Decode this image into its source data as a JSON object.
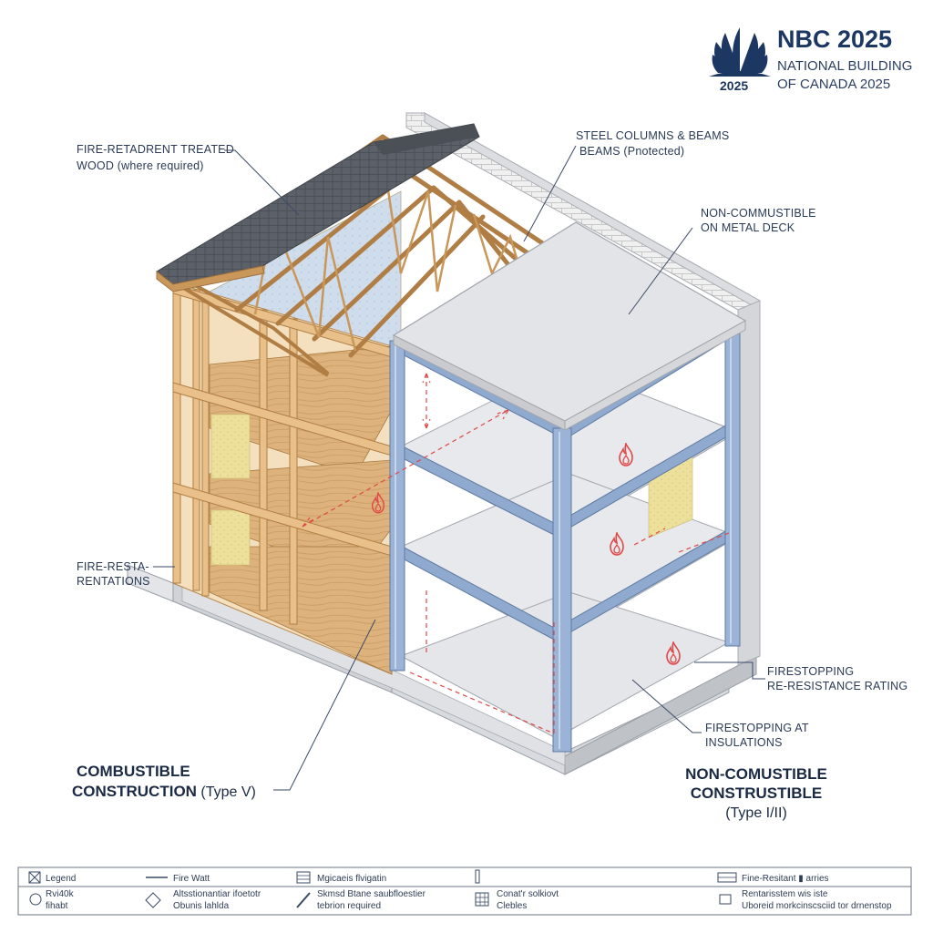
{
  "brand": {
    "title": "NBC 2025",
    "subtitle_line1": "NATIONAL BUILDING",
    "subtitle_line2": "OF CANADA 2025",
    "year_badge": "2025"
  },
  "callouts": {
    "fire_retardant_line1": "FIRE-RETADRENT TREATED",
    "fire_retardant_line2": "WOOD (where required)",
    "steel_line1": "STEEL COLUMNS & BEAMS",
    "steel_line2": "BEAMS   (Pnotected)",
    "noncomb_deck_line1": "NON-COMMUSTIBLE",
    "noncomb_deck_line2": "ON METAL DECK",
    "fire_resta_line1": "FIRE-RESTA-",
    "fire_resta_line2": "RENTATIONS",
    "firestop_rating_line1": "FIRESTOPPING",
    "firestop_rating_line2": "RE-RESISTANCE RATING",
    "firestop_insul_line1": "FIRESTOPPING AT",
    "firestop_insul_line2": "INSULATIONS"
  },
  "titles": {
    "combustible_line1": "COMBUSTIBLE",
    "combustible_line2_bold": "CONSTRUCTION",
    "combustible_line2_rest": " (Type V)",
    "noncomb_line1": "NON-COMUSTIBLE",
    "noncomb_line2": "CONSTRUSTIBLE",
    "noncomb_line3": "(Type I/II)"
  },
  "legend": {
    "row1": [
      "Legend",
      "Fire Watt",
      "Mgicaeis flvigatin",
      "",
      "Fine-Resitant ▮ arries"
    ],
    "row2": [
      {
        "line1": "Rvi40k",
        "line2": "fihabt"
      },
      {
        "line1": "Altsstionantiar ifoetotr",
        "line2": "Obunis lahlda"
      },
      {
        "line1": "Skmsd Btane saubfloestier",
        "line2": "tebrion required"
      },
      {
        "line1": "Conat'r solkiovt",
        "line2": "Clebles"
      },
      {
        "line1": "Rentarisstem wis iste",
        "line2": "Uboreid morkcinscsciid tor drnenstop"
      }
    ]
  },
  "colors": {
    "steel": "#8fa9cf",
    "wood": "#e7bd86",
    "plywood": "#dcb27c",
    "slab": "#e4e6ea",
    "brick": "#eeeeee",
    "roof": "#5b5f66",
    "insulation": "#ecdf9a",
    "fire": "#e04848",
    "ink": "#1d3763"
  },
  "icons": [
    "brand-shell-icon",
    "flame-icon",
    "legend-box-icon",
    "legend-line-icon",
    "legend-grid-icon"
  ]
}
